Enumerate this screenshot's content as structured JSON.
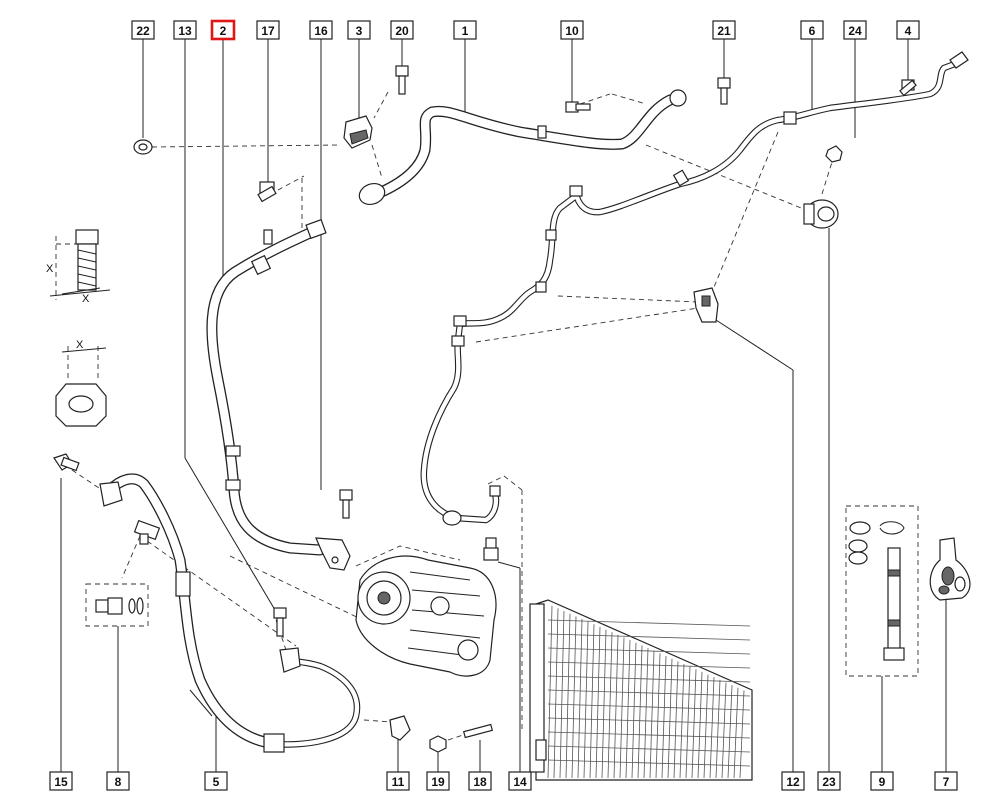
{
  "selected_callout": "2",
  "callouts": [
    {
      "id": "22",
      "label": "22"
    },
    {
      "id": "13",
      "label": "13"
    },
    {
      "id": "2",
      "label": "2"
    },
    {
      "id": "17",
      "label": "17"
    },
    {
      "id": "16",
      "label": "16"
    },
    {
      "id": "3",
      "label": "3"
    },
    {
      "id": "20",
      "label": "20"
    },
    {
      "id": "1",
      "label": "1"
    },
    {
      "id": "10",
      "label": "10"
    },
    {
      "id": "21",
      "label": "21"
    },
    {
      "id": "6",
      "label": "6"
    },
    {
      "id": "24",
      "label": "24"
    },
    {
      "id": "4",
      "label": "4"
    },
    {
      "id": "15",
      "label": "15"
    },
    {
      "id": "8",
      "label": "8"
    },
    {
      "id": "5",
      "label": "5"
    },
    {
      "id": "11",
      "label": "11"
    },
    {
      "id": "19",
      "label": "19"
    },
    {
      "id": "18",
      "label": "18"
    },
    {
      "id": "14",
      "label": "14"
    },
    {
      "id": "12",
      "label": "12"
    },
    {
      "id": "23",
      "label": "23"
    },
    {
      "id": "9",
      "label": "9"
    },
    {
      "id": "7",
      "label": "7"
    }
  ],
  "dimension_labels": {
    "upper_x1": "X",
    "upper_x2": "X",
    "lower_x": "X"
  },
  "colors": {
    "line": "#222222",
    "selected_outline": "#e01515",
    "background": "#ffffff"
  }
}
